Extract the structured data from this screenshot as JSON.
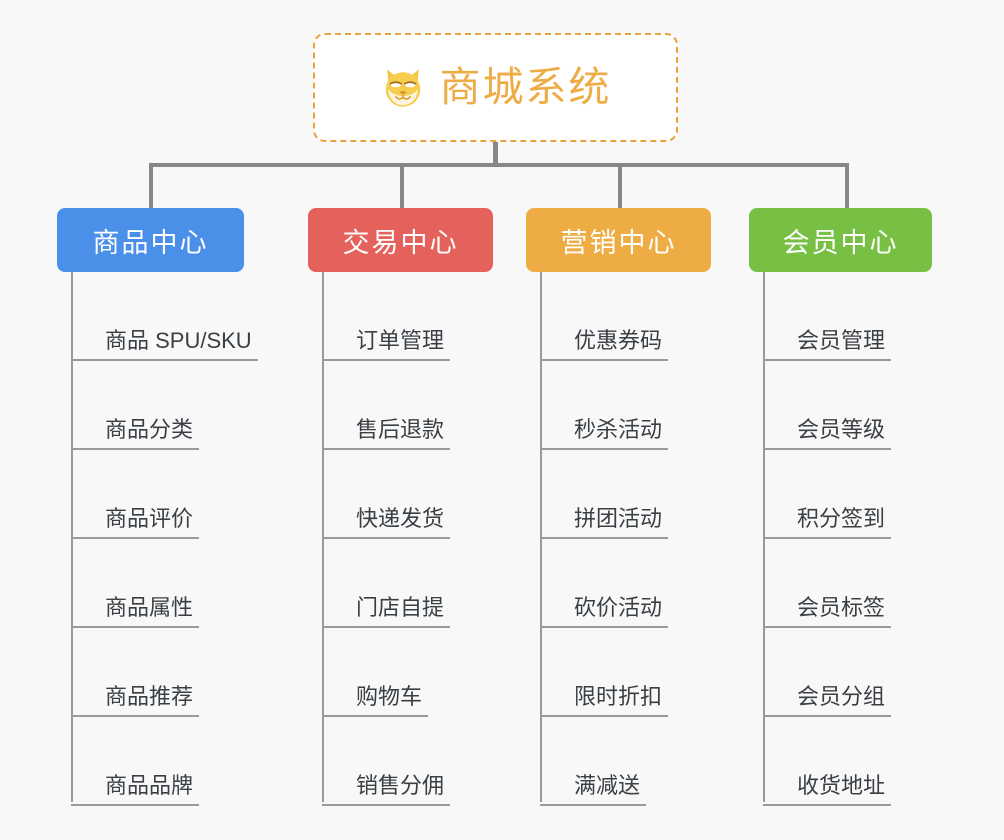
{
  "root": {
    "title": "商城系统",
    "icon": "shiba-dog-icon",
    "border_color": "#e8a33d",
    "title_color": "#eeac45"
  },
  "theme": {
    "background": "#f8f8f8",
    "connector_color": "#878787",
    "spine_color": "#9a9a9a",
    "leaf_text_color": "#3a3f44"
  },
  "columns": [
    {
      "label": "商品中心",
      "color": "#4a90e8",
      "items": [
        {
          "label": "商品 SPU/SKU"
        },
        {
          "label": "商品分类"
        },
        {
          "label": "商品评价"
        },
        {
          "label": "商品属性"
        },
        {
          "label": "商品推荐"
        },
        {
          "label": "商品品牌"
        }
      ]
    },
    {
      "label": "交易中心",
      "color": "#e5625c",
      "items": [
        {
          "label": "订单管理"
        },
        {
          "label": "售后退款"
        },
        {
          "label": "快递发货"
        },
        {
          "label": "门店自提"
        },
        {
          "label": "购物车"
        },
        {
          "label": "销售分佣"
        }
      ]
    },
    {
      "label": "营销中心",
      "color": "#eeac45",
      "items": [
        {
          "label": "优惠券码"
        },
        {
          "label": "秒杀活动"
        },
        {
          "label": "拼团活动"
        },
        {
          "label": "砍价活动"
        },
        {
          "label": "限时折扣"
        },
        {
          "label": "满减送"
        }
      ]
    },
    {
      "label": "会员中心",
      "color": "#78c043",
      "items": [
        {
          "label": "会员管理"
        },
        {
          "label": "会员等级"
        },
        {
          "label": "积分签到"
        },
        {
          "label": "会员标签"
        },
        {
          "label": "会员分组"
        },
        {
          "label": "收货地址"
        }
      ]
    }
  ]
}
